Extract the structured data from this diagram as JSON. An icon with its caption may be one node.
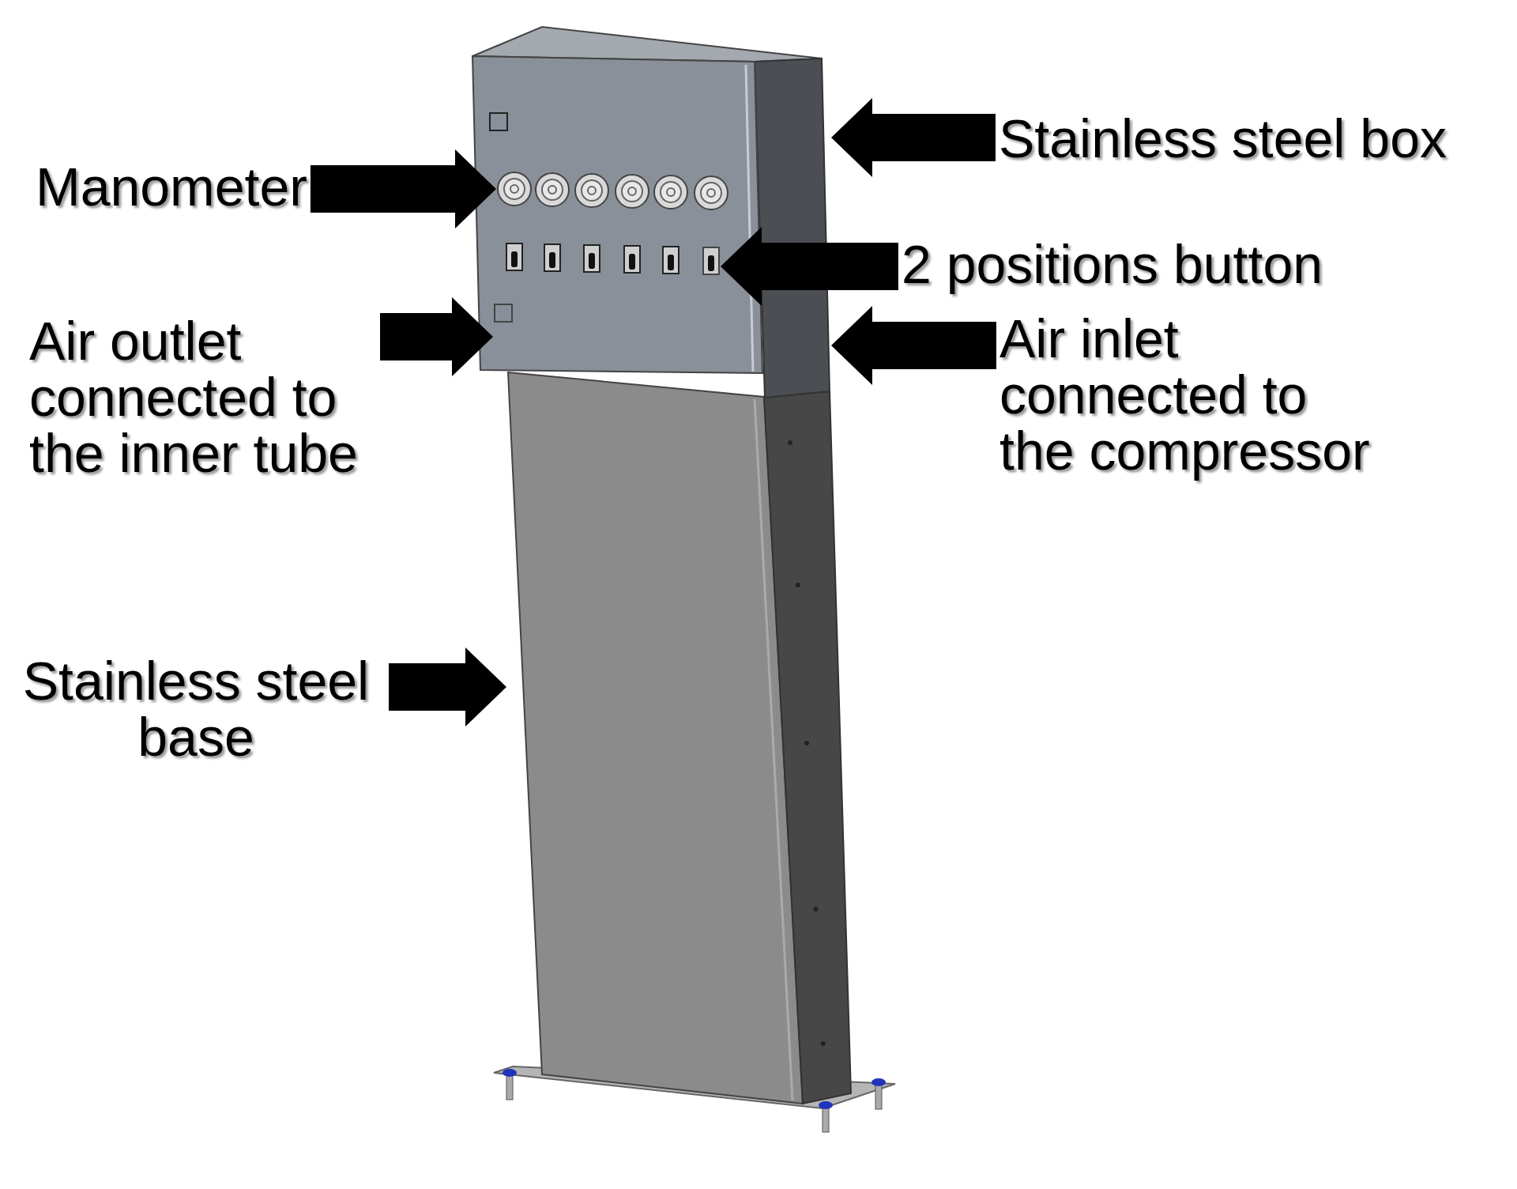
{
  "diagram": {
    "nodes": [
      {
        "text": [
          "Stainless steel box"
        ]
      },
      {
        "text": [],
        "shape": "box"
      },
      {
        "text": [
          "Manometer"
        ]
      },
      {
        "text": [],
        "shape": "circle",
        "in": 1
      },
      {
        "text": [
          "2 positions button"
        ]
      },
      {
        "text": [],
        "shape": "box",
        "in": 1
      },
      {
        "text": [
          "Air outlet connected to the inner tube"
        ]
      },
      {
        "text": [],
        "shape": "box",
        "in": 1
      },
      {
        "text": [
          "Air inlet connected to the compressor"
        ]
      },
      {
        "text": [
          "Stainless steel base"
        ]
      },
      {
        "text": [],
        "shape": "box"
      }
    ],
    "edges": [
      {
        "from": 0,
        "to": 1,
        "arrow": "to"
      },
      {
        "from": 2,
        "to": 3,
        "arrow": "to"
      },
      {
        "from": 4,
        "to": 5,
        "arrow": "to"
      },
      {
        "from": 6,
        "to": 7,
        "arrow": "to"
      },
      {
        "from": 8,
        "to": 1,
        "arrow": "to"
      },
      {
        "from": 9,
        "to": 10,
        "arrow": "to"
      }
    ]
  }
}
